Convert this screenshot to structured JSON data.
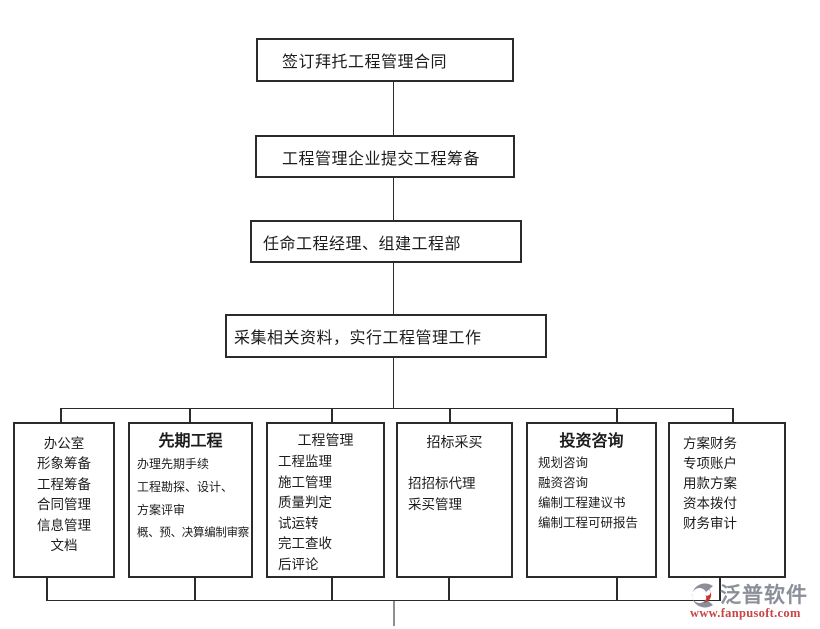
{
  "steps": [
    {
      "label": "签订拜托工程管理合同"
    },
    {
      "label": "工程管理企业提交工程筹备"
    },
    {
      "label": "任命工程经理、组建工程部"
    },
    {
      "label": "采集相关资料，实行工程管理工作"
    }
  ],
  "departments": [
    {
      "header": "办公室",
      "items": [
        "形象筹备",
        "工程筹备",
        "合同管理",
        "信息管理",
        "文档"
      ]
    },
    {
      "header": "先期工程",
      "items": [
        "办理先期手续",
        "工程勘探、设计、",
        "方案评审",
        "概、预、决算编制审察"
      ]
    },
    {
      "header": "工程管理",
      "items": [
        "工程监理",
        "施工管理",
        "质量判定",
        "试运转",
        "完工查收",
        "后评论"
      ]
    },
    {
      "header": "招标采买",
      "items": [
        "招招标代理",
        "采买管理"
      ]
    },
    {
      "header": "投资咨询",
      "items": [
        "规划咨询",
        "融资咨询",
        "编制工程建议书",
        "编制工程可研报告"
      ]
    },
    {
      "header": "方案财务",
      "items": [
        "专项账户",
        "用款方案",
        "资本拨付",
        "财务审计"
      ]
    }
  ],
  "watermark": {
    "brand": "泛普软件",
    "url": "www.fanpusoft.com",
    "brand_color": "#8a8f99",
    "url_color": "#c64545",
    "logo_gray": "#8a8f99",
    "logo_red": "#cc3333"
  },
  "colors": {
    "line": "#2b2b2b",
    "background": "#ffffff",
    "text": "#1c1c1c"
  }
}
